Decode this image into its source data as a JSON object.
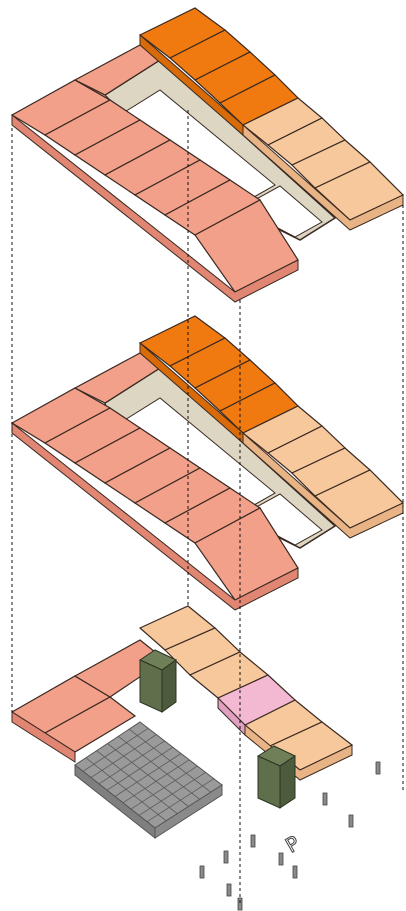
{
  "diagram": {
    "type": "exploded-isometric-building-diagram",
    "levels": [
      {
        "id": "upper-floor",
        "zones": [
          "pink-units",
          "orange-units",
          "tan-units",
          "courtyard-void"
        ]
      },
      {
        "id": "middle-floor",
        "zones": [
          "pink-units",
          "orange-units",
          "tan-units",
          "courtyard-void"
        ]
      },
      {
        "id": "ground-floor",
        "zones": [
          "pink-units",
          "tan-units",
          "highlight-unit",
          "core-west",
          "core-east",
          "parking-grid",
          "bollards"
        ]
      }
    ],
    "symbols": [
      {
        "name": "parking-sign",
        "text": "P"
      }
    ],
    "colors": {
      "pink": "#f2a08a",
      "orange": "#f07a10",
      "tan": "#f6c89c",
      "highlight": "#f3b9d3",
      "core": "#5f6f4c",
      "parking": "#9a9a9a",
      "walkway": "#dcd6c3",
      "outline": "#3a2a22"
    },
    "guides": {
      "style": "dashed-vertical-lines",
      "count": 4
    }
  }
}
